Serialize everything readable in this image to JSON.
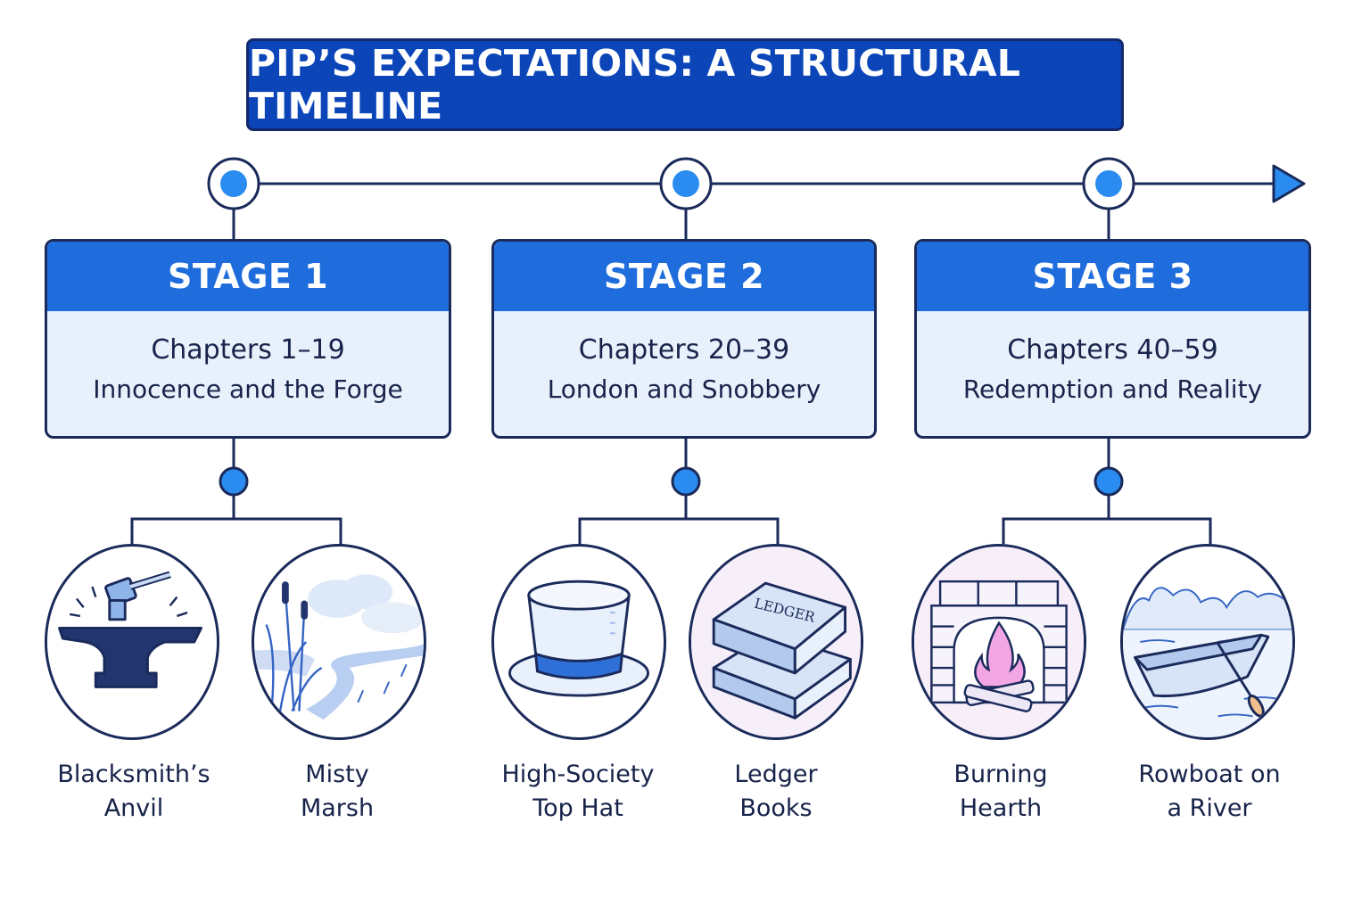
{
  "title": "PIP’S EXPECTATIONS: A STRUCTURAL TIMELINE",
  "colors": {
    "title_bg": "#0b45b8",
    "stage_header": "#1f6ddc",
    "stage_body": "#e8f0fb",
    "outline": "#1a2a5a",
    "node_blue": "#2a8cf0",
    "flame_pink": "#f2a6e4"
  },
  "stages": [
    {
      "label": "STAGE 1",
      "chapters": "Chapters 1–19",
      "theme": "Innocence and the Forge",
      "symbols": [
        {
          "icon": "anvil-icon",
          "line1": "Blacksmith’s",
          "line2": "Anvil"
        },
        {
          "icon": "marsh-icon",
          "line1": "Misty",
          "line2": "Marsh"
        }
      ]
    },
    {
      "label": "STAGE 2",
      "chapters": "Chapters 20–39",
      "theme": "London and Snobbery",
      "symbols": [
        {
          "icon": "top-hat-icon",
          "line1": "High-Society",
          "line2": "Top Hat"
        },
        {
          "icon": "ledger-books-icon",
          "line1": "Ledger",
          "line2": "Books",
          "book_label": "LEDGER"
        }
      ]
    },
    {
      "label": "STAGE 3",
      "chapters": "Chapters 40–59",
      "theme": "Redemption and Reality",
      "symbols": [
        {
          "icon": "hearth-icon",
          "line1": "Burning",
          "line2": "Hearth"
        },
        {
          "icon": "rowboat-icon",
          "line1": "Rowboat on",
          "line2": "a River"
        }
      ]
    }
  ]
}
